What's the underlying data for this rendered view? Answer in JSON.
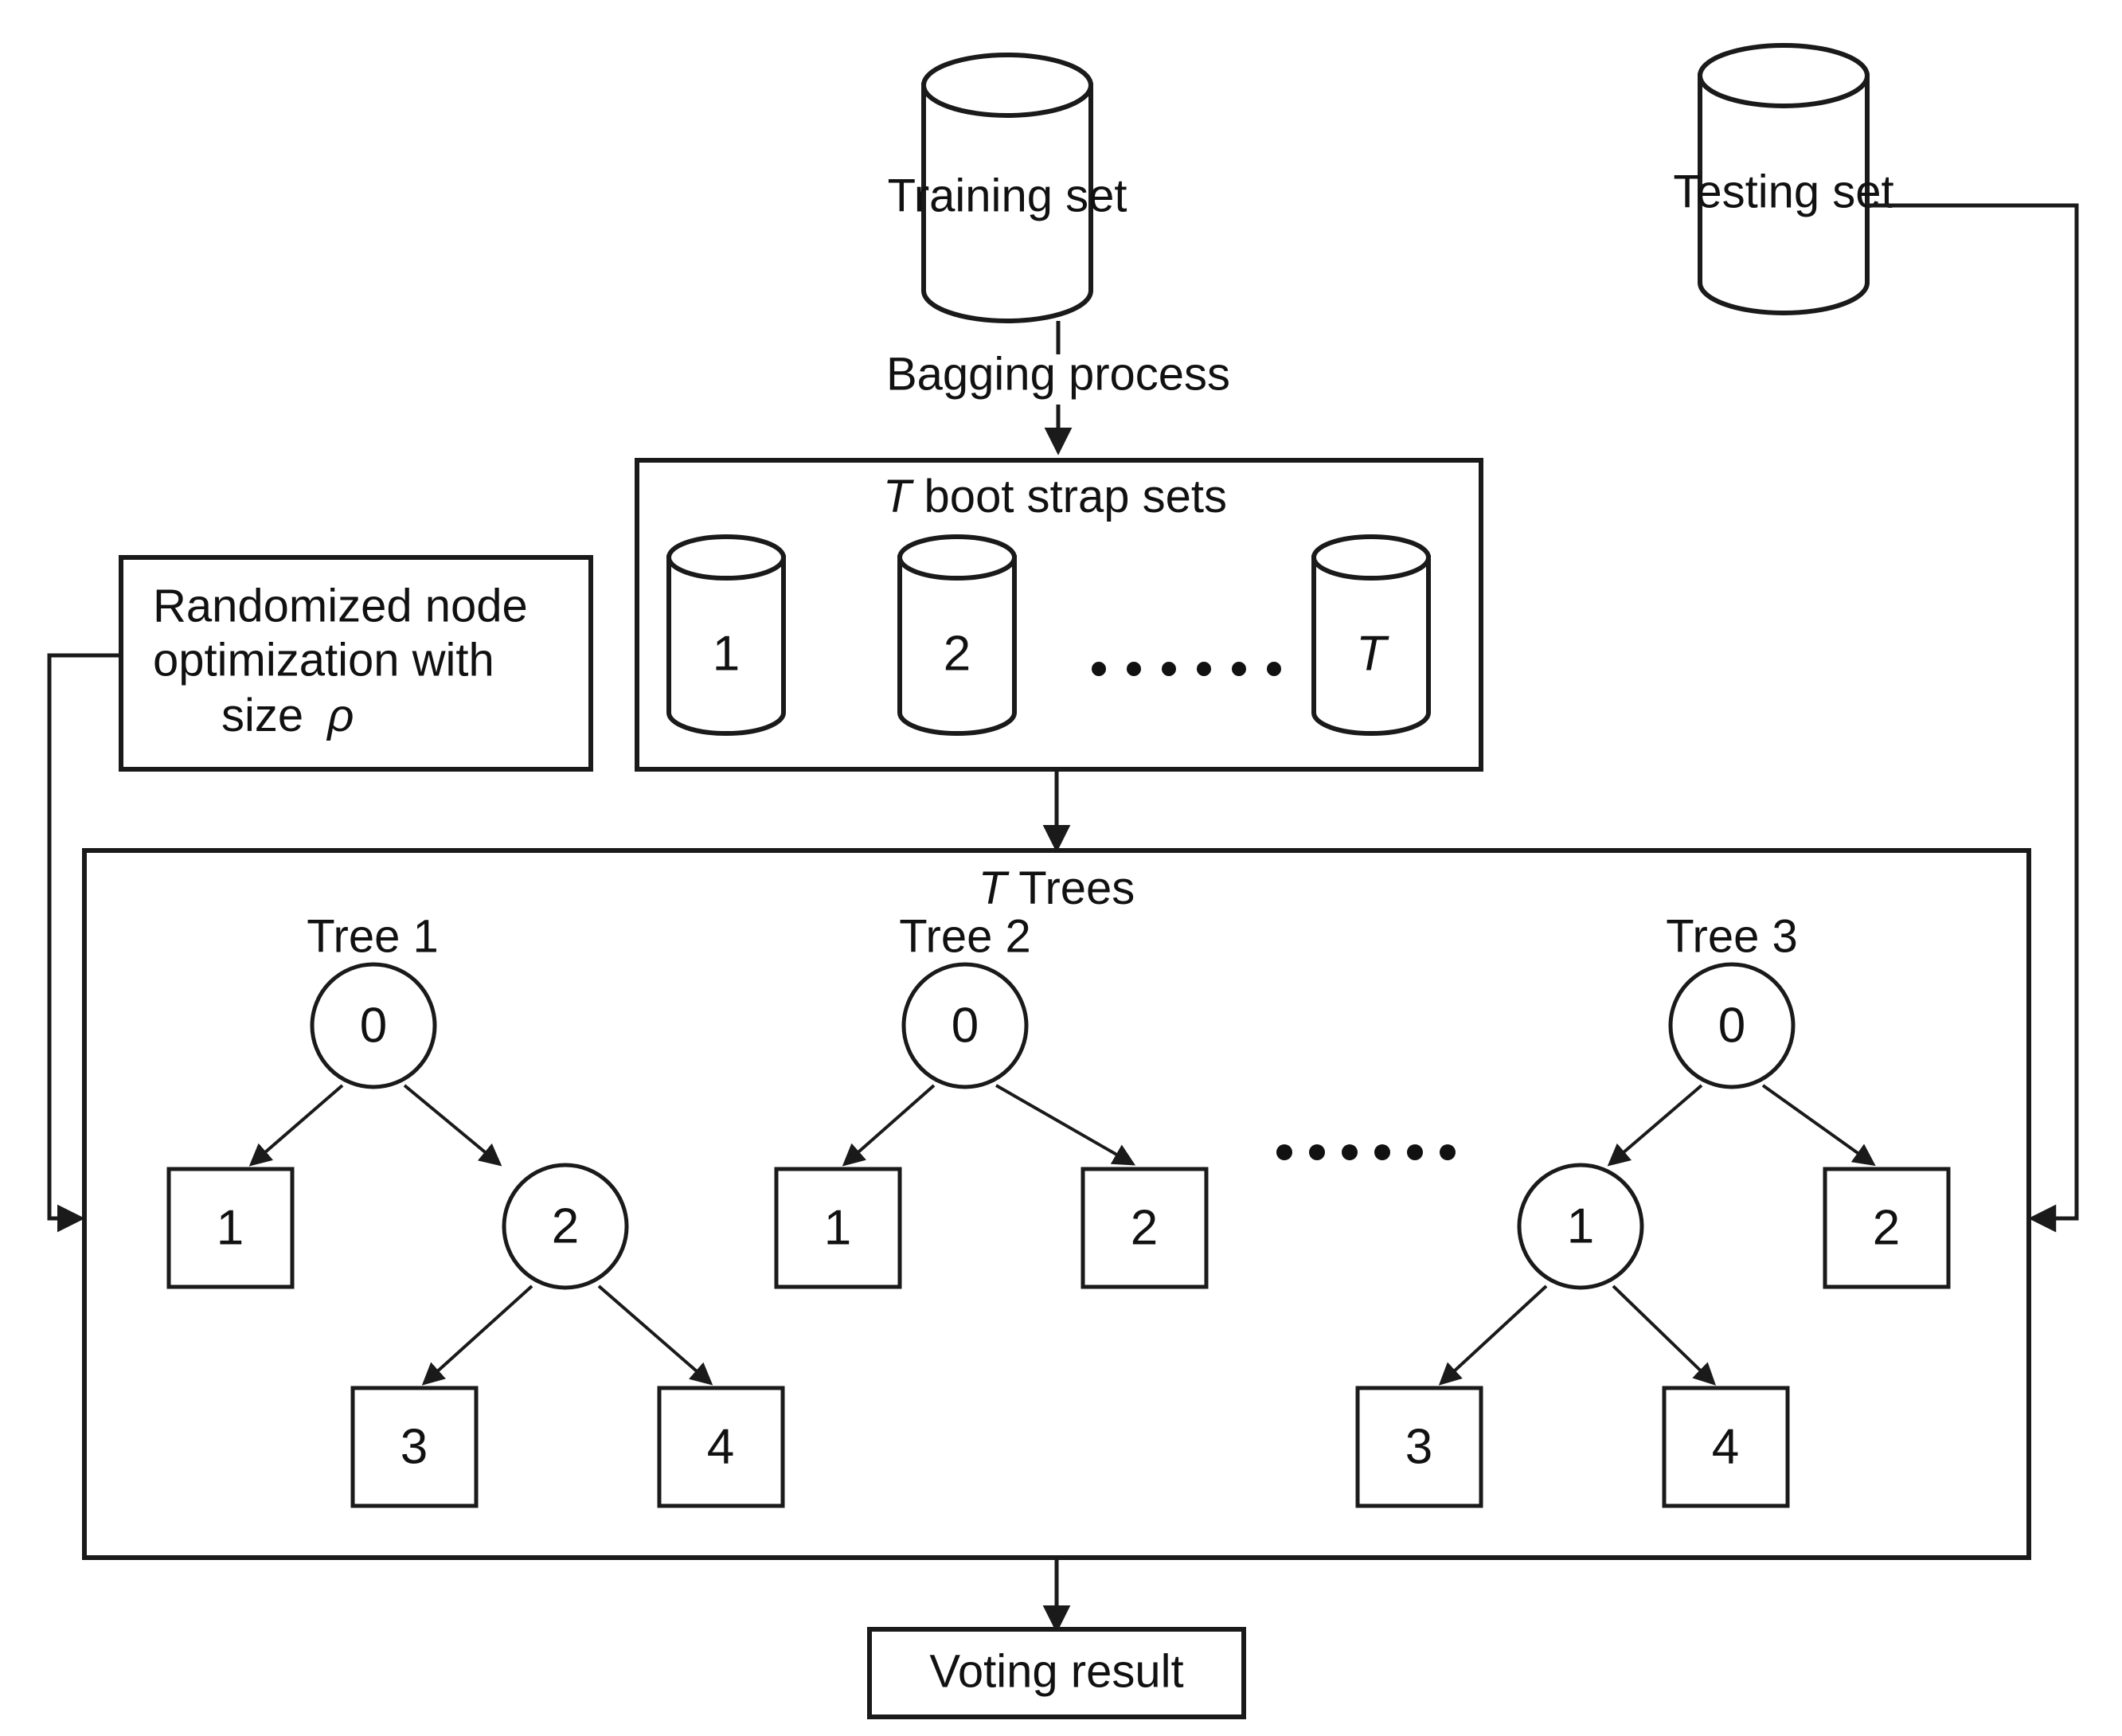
{
  "diagram": {
    "title": "Random Forest training and voting pipeline",
    "colors": {
      "stroke": "#1a1a1a",
      "fill": "#ffffff",
      "text": "#111111"
    },
    "sources": {
      "training_set": "Training set",
      "testing_set": "Testing set"
    },
    "edges": {
      "bagging_process": "Bagging process"
    },
    "bootstrap": {
      "title_italic": "T",
      "title_rest": " boot strap sets",
      "cylinders": [
        {
          "label": "1",
          "italic": false
        },
        {
          "label": "2",
          "italic": false
        },
        {
          "label": "T",
          "italic": true
        }
      ],
      "ellipsis_dots": 6
    },
    "randomized_box": {
      "line1": "Randomized node",
      "line2": "optimization with",
      "line3": "size ",
      "symbol": "ρ"
    },
    "trees_box": {
      "title_italic": "T",
      "title_rest": " Trees",
      "ellipsis_dots": 6,
      "trees": [
        {
          "name": "Tree 1",
          "nodes": [
            {
              "id": "root",
              "label": "0",
              "shape": "circle"
            },
            {
              "id": "leaf1",
              "label": "1",
              "shape": "square"
            },
            {
              "id": "split2",
              "label": "2",
              "shape": "circle"
            },
            {
              "id": "leaf3",
              "label": "3",
              "shape": "square"
            },
            {
              "id": "leaf4",
              "label": "4",
              "shape": "square"
            }
          ],
          "links": [
            [
              "root",
              "leaf1"
            ],
            [
              "root",
              "split2"
            ],
            [
              "split2",
              "leaf3"
            ],
            [
              "split2",
              "leaf4"
            ]
          ]
        },
        {
          "name": "Tree 2",
          "nodes": [
            {
              "id": "root",
              "label": "0",
              "shape": "circle"
            },
            {
              "id": "leaf1",
              "label": "1",
              "shape": "square"
            },
            {
              "id": "leaf2",
              "label": "2",
              "shape": "square"
            }
          ],
          "links": [
            [
              "root",
              "leaf1"
            ],
            [
              "root",
              "leaf2"
            ]
          ]
        },
        {
          "name": "Tree 3",
          "nodes": [
            {
              "id": "root",
              "label": "0",
              "shape": "circle"
            },
            {
              "id": "split1",
              "label": "1",
              "shape": "circle"
            },
            {
              "id": "leaf2",
              "label": "2",
              "shape": "square"
            },
            {
              "id": "leaf3",
              "label": "3",
              "shape": "square"
            },
            {
              "id": "leaf4",
              "label": "4",
              "shape": "square"
            }
          ],
          "links": [
            [
              "root",
              "split1"
            ],
            [
              "root",
              "leaf2"
            ],
            [
              "split1",
              "leaf3"
            ],
            [
              "split1",
              "leaf4"
            ]
          ]
        }
      ]
    },
    "output": {
      "voting_result": "Voting result"
    }
  }
}
